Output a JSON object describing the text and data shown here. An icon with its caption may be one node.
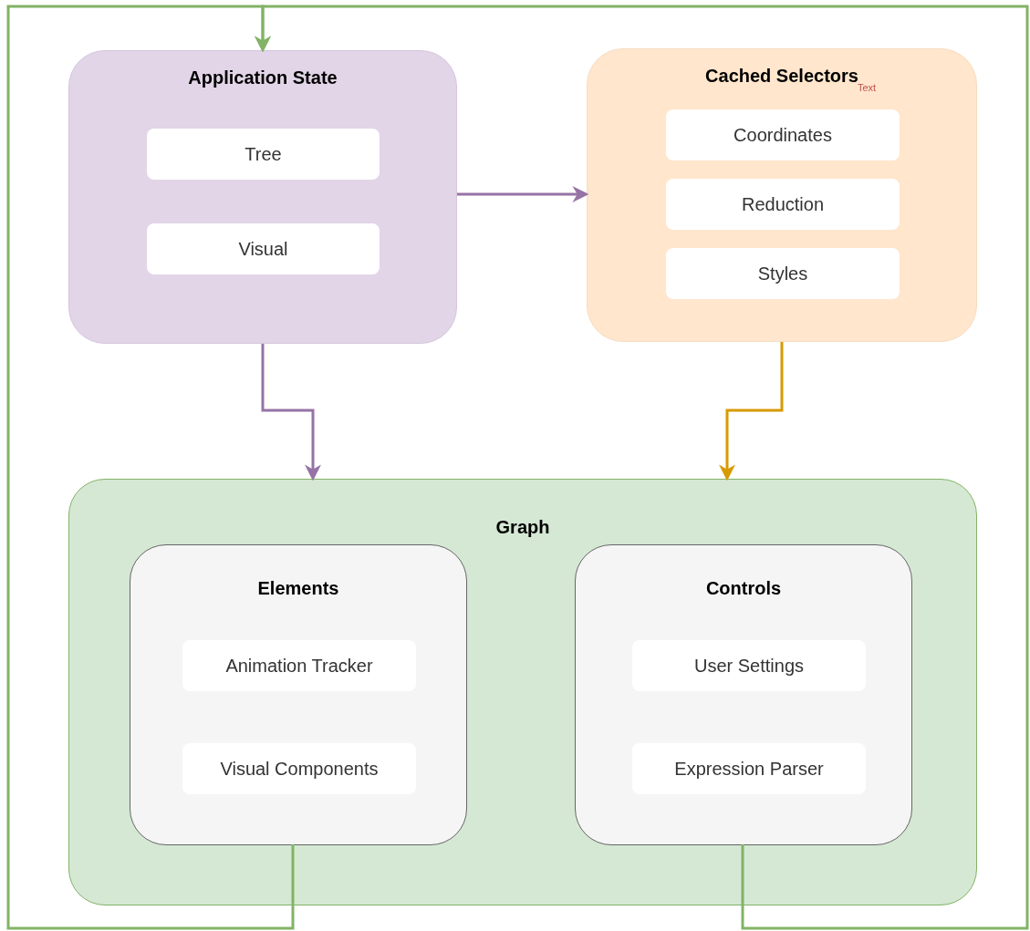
{
  "diagram": {
    "nodes": [
      {
        "text": [
          "Application State"
        ]
      },
      {
        "text": [
          "Tree"
        ],
        "in": 0
      },
      {
        "text": [
          "Visual"
        ],
        "in": 0
      },
      {
        "text": [
          "Cached Selectors"
        ]
      },
      {
        "text": [
          "Coordinates"
        ],
        "in": 3
      },
      {
        "text": [
          "Reduction"
        ],
        "in": 3
      },
      {
        "text": [
          "Styles"
        ],
        "in": 3
      },
      {
        "text": [
          "Graph"
        ]
      },
      {
        "text": [
          "Elements"
        ],
        "in": 7
      },
      {
        "text": [
          "Animation Tracker"
        ],
        "in": 8
      },
      {
        "text": [
          "Visual Components"
        ],
        "in": 8
      },
      {
        "text": [
          "Controls"
        ],
        "in": 7
      },
      {
        "text": [
          "User Settings"
        ],
        "in": 11
      },
      {
        "text": [
          "Expression Parser"
        ],
        "in": 11
      }
    ],
    "edges": [
      {
        "from": 0,
        "to": 3,
        "arrow": "to",
        "color": "#9673a6"
      },
      {
        "from": 0,
        "to": 7,
        "arrow": "to",
        "color": "#9673a6"
      },
      {
        "from": 3,
        "to": 7,
        "arrow": "to",
        "color": "#d79b00"
      },
      {
        "from": 8,
        "to": 0,
        "arrow": "to",
        "color": "#82b366"
      },
      {
        "from": 11,
        "to": 0,
        "arrow": "to",
        "color": "#82b366"
      }
    ],
    "labels": [
      "Text"
    ]
  }
}
